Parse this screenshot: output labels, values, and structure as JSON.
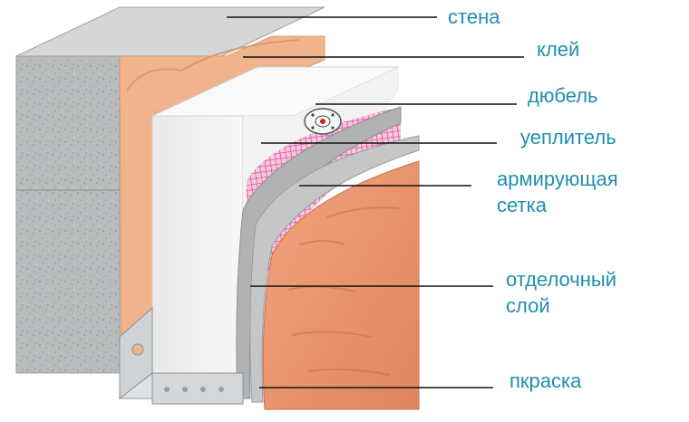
{
  "labels": {
    "wall": "стена",
    "glue": "клей",
    "dowel": "дюбель",
    "insulation": "уеплитель",
    "mesh_line1": "армирующая",
    "mesh_line2": "сетка",
    "finish_line1": "отделочный",
    "finish_line2": "слой",
    "paint": "пкраска"
  },
  "colors": {
    "label_text": "#1f8fb0",
    "leader_line": "#111111",
    "concrete": "#b9bcbd",
    "glue": "#efb48e",
    "insulation": "#f1f1f1",
    "mesh": "#e0519e",
    "plaster": "#b0b2b3",
    "paint": "#e7906b",
    "profile": "#cfd3d6"
  }
}
